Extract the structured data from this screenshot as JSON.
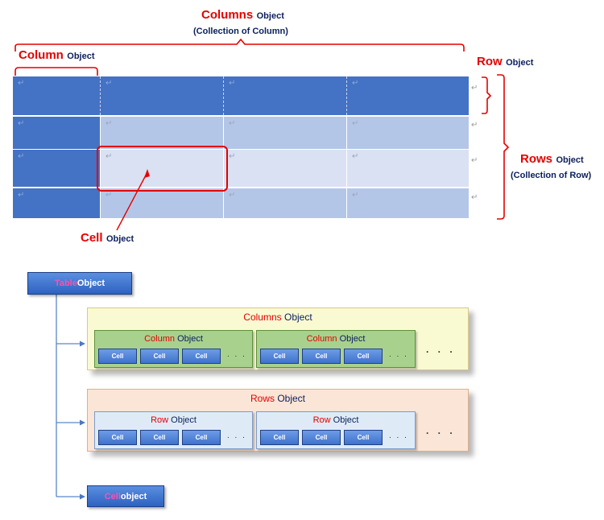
{
  "top_labels": {
    "columns_word": "Columns",
    "columns_obj": "Object",
    "columns_sub": "(Collection of Column)",
    "column_word": "Column",
    "column_obj": "Object",
    "row_word": "Row",
    "row_obj": "Object",
    "rows_word": "Rows",
    "rows_obj": "Object",
    "rows_sub": "(Collection of Row)",
    "cell_word": "Cell",
    "cell_obj": "Object",
    "return_mark": "↵"
  },
  "table_colors": {
    "dark": "#4472c4",
    "medium": "#b4c6e7",
    "light": "#d9e1f2",
    "annotation": "#e60000"
  },
  "diagram": {
    "table_word": "Table",
    "table_obj": "Object",
    "columns_word": "Columns",
    "columns_obj": "Object",
    "column_word": "Column",
    "column_obj": "Object",
    "rows_word": "Rows",
    "rows_obj": "Object",
    "row_word": "Row",
    "row_obj": "Object",
    "cell_label": "Cell",
    "cell_word": "Cell",
    "cell_obj": "object",
    "small_dots": ". . .",
    "big_dots": ". . ."
  }
}
